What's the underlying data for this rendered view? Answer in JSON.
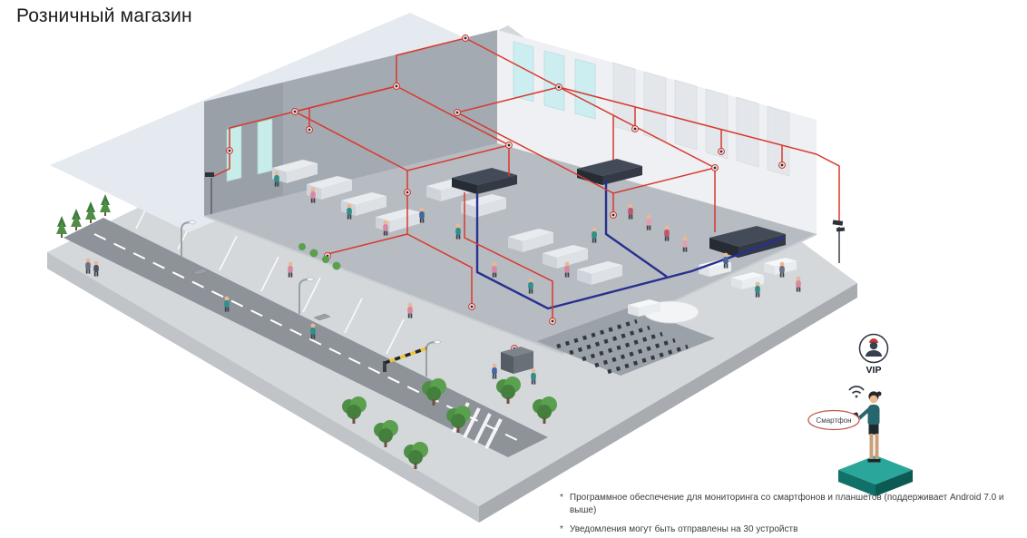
{
  "title": "Розничный магазин",
  "vip": {
    "label": "VIP"
  },
  "smartphone": {
    "label": "Смартфон"
  },
  "footnotes": [
    {
      "marker": "*",
      "text": "Программное обеспечение для мониторинга со смартфонов и планшетов (поддерживает Android 7.0 и выше)"
    },
    {
      "marker": "*",
      "text": "Уведомления могут быть отправлены на 30 устройств"
    }
  ],
  "icons": {
    "camera": "dome-camera",
    "wifi": "wifi-signal",
    "vip_person": "vip-customer-badge"
  },
  "colors": {
    "cable_red": "#d8382c",
    "cable_blue": "#27308f",
    "platform_teal": "#2aa79a",
    "roof": "#e4eaf0",
    "wall": "#a4aab2",
    "floor": "#b7bcc2",
    "road": "#8e939a",
    "tree_green": "#4e8f45"
  }
}
